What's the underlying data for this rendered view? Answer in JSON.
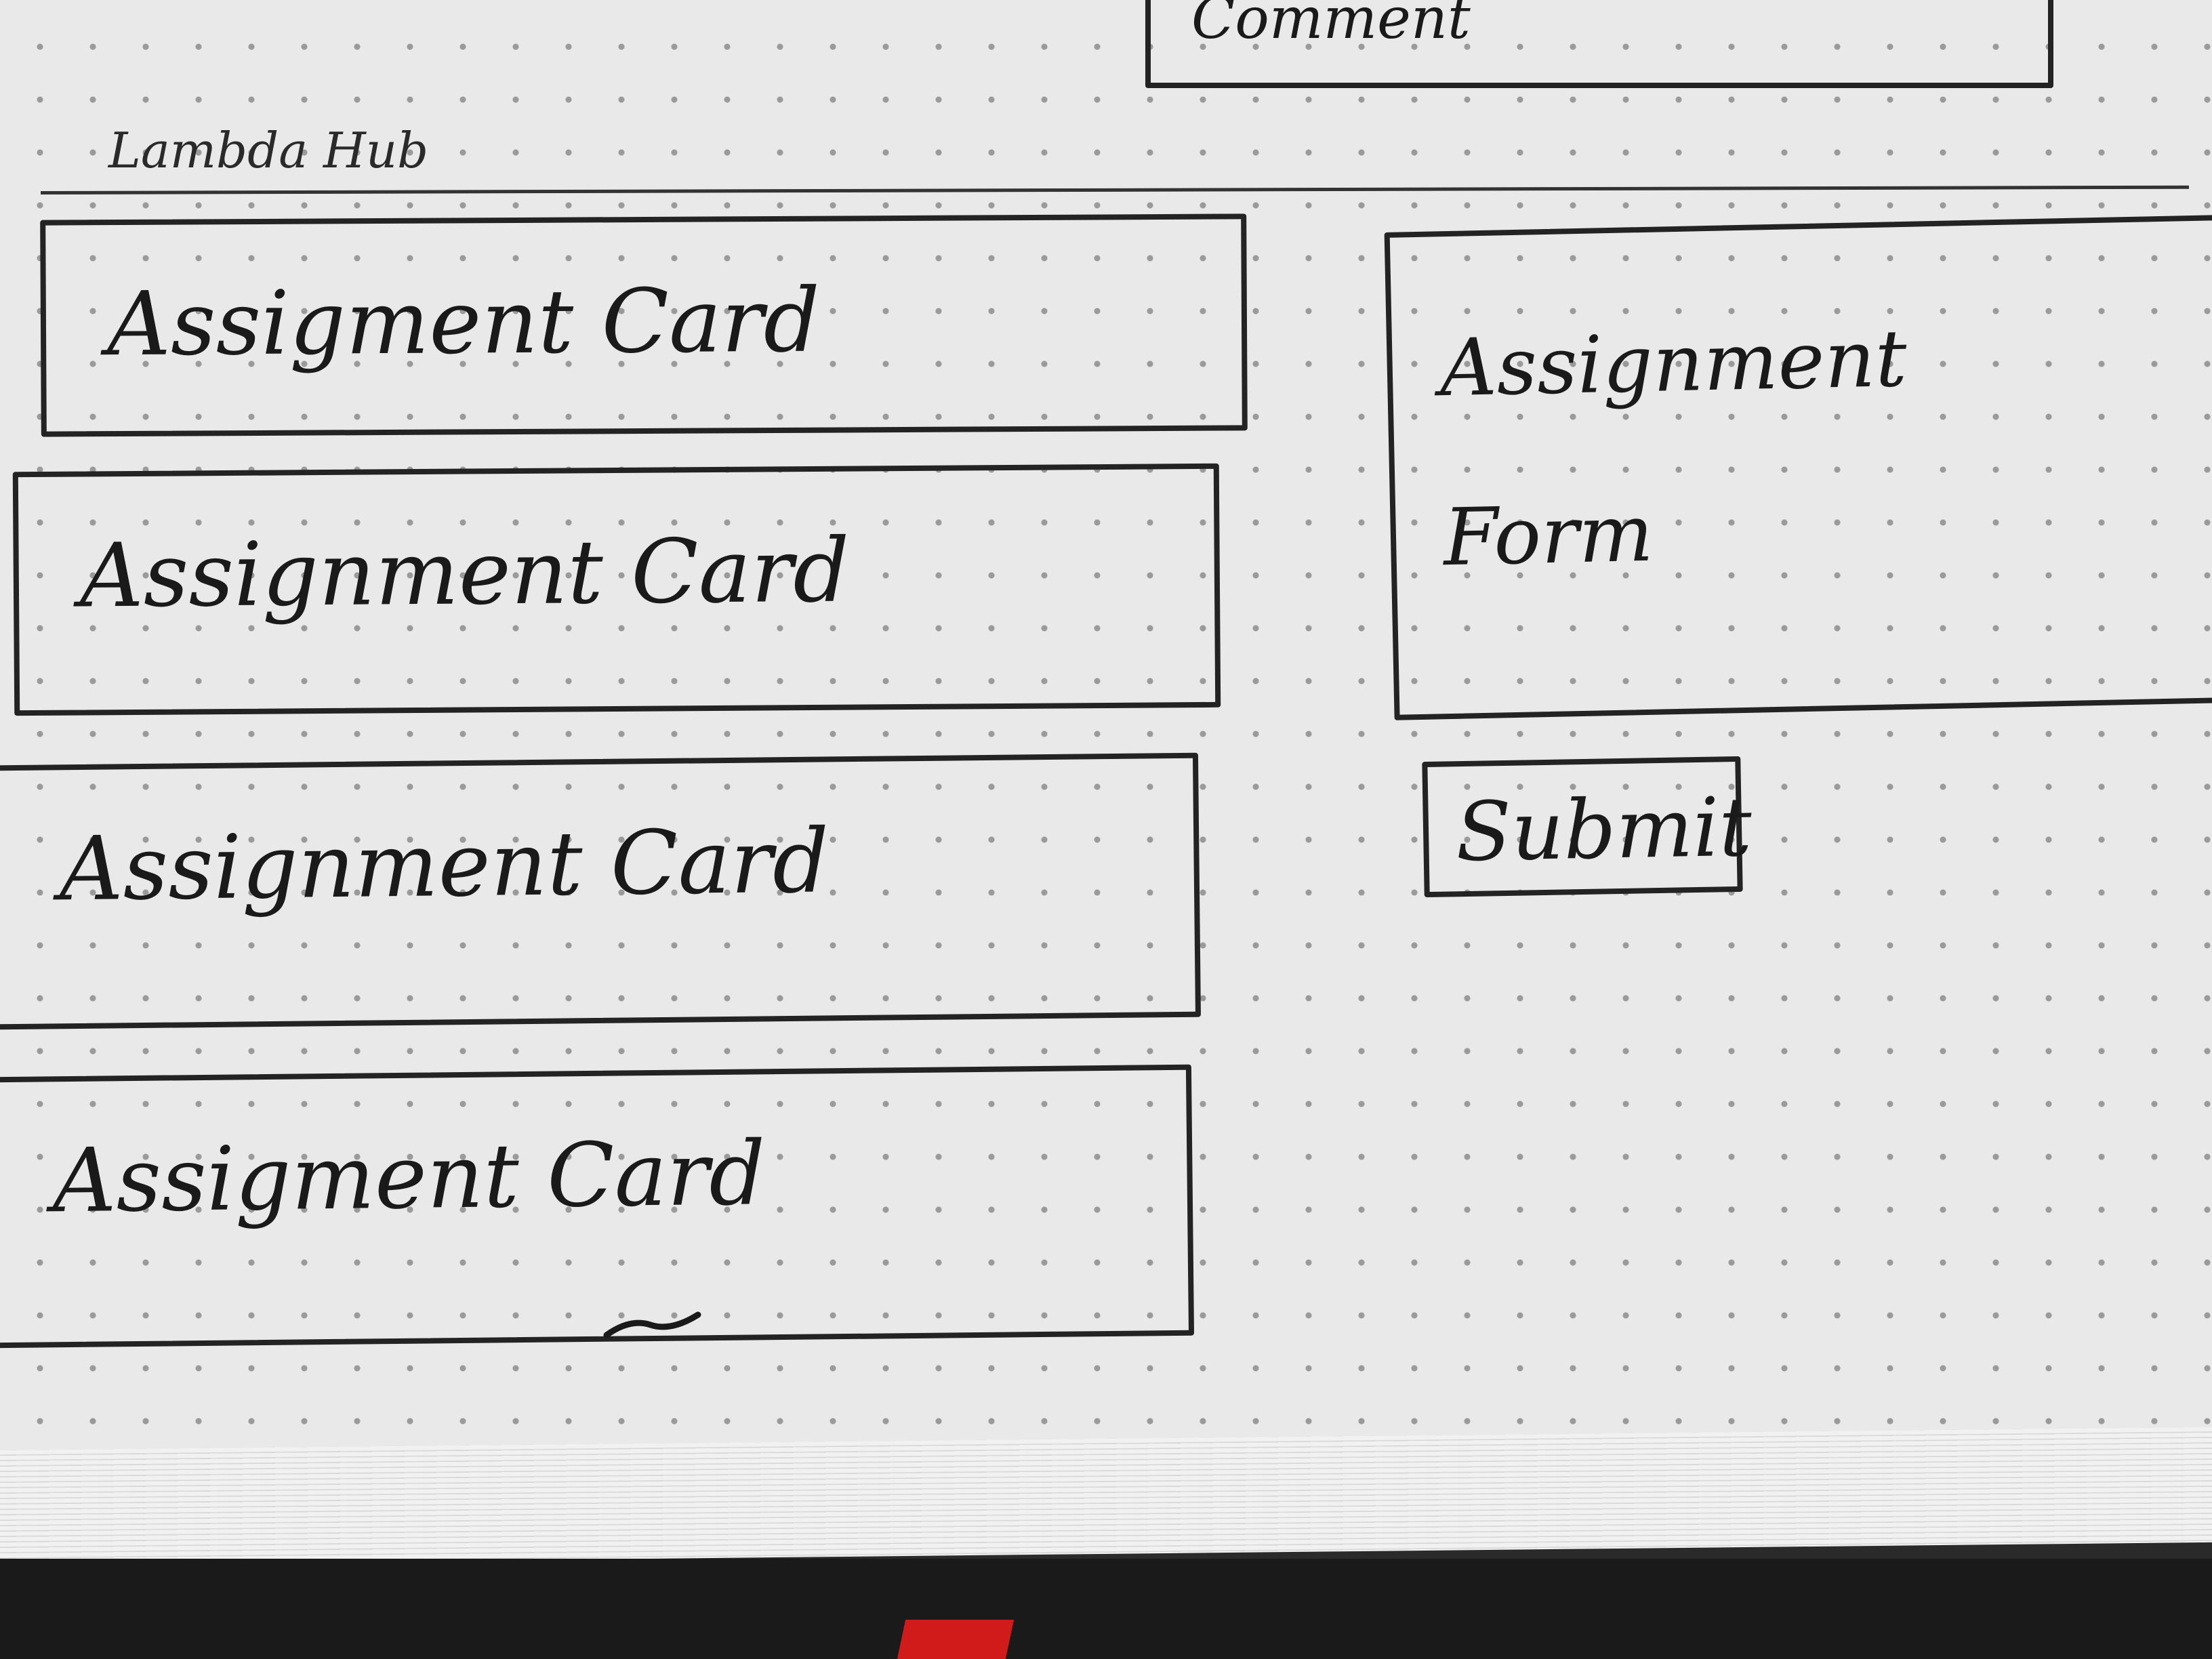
{
  "header": {
    "title": "Lambda Hub"
  },
  "comment": {
    "label": "Comment"
  },
  "cards": [
    {
      "label": "Assigment Card"
    },
    {
      "label": "Assignment Card"
    },
    {
      "label": "Assignment Card"
    },
    {
      "label": "Assigment Card"
    }
  ],
  "form": {
    "title": "Assignment Form"
  },
  "submit": {
    "label": "Submit"
  }
}
